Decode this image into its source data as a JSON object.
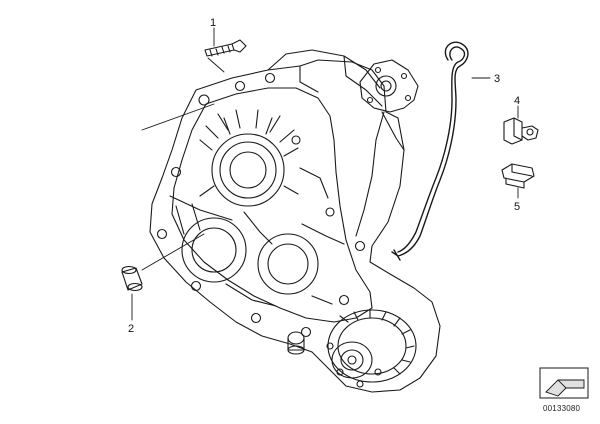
{
  "callouts": [
    {
      "label": "1"
    },
    {
      "label": "2"
    },
    {
      "label": "3"
    },
    {
      "label": "4"
    },
    {
      "label": "5"
    }
  ],
  "reference_number": "00133080",
  "icons": {
    "reference_box": "arrow-tab-icon"
  }
}
